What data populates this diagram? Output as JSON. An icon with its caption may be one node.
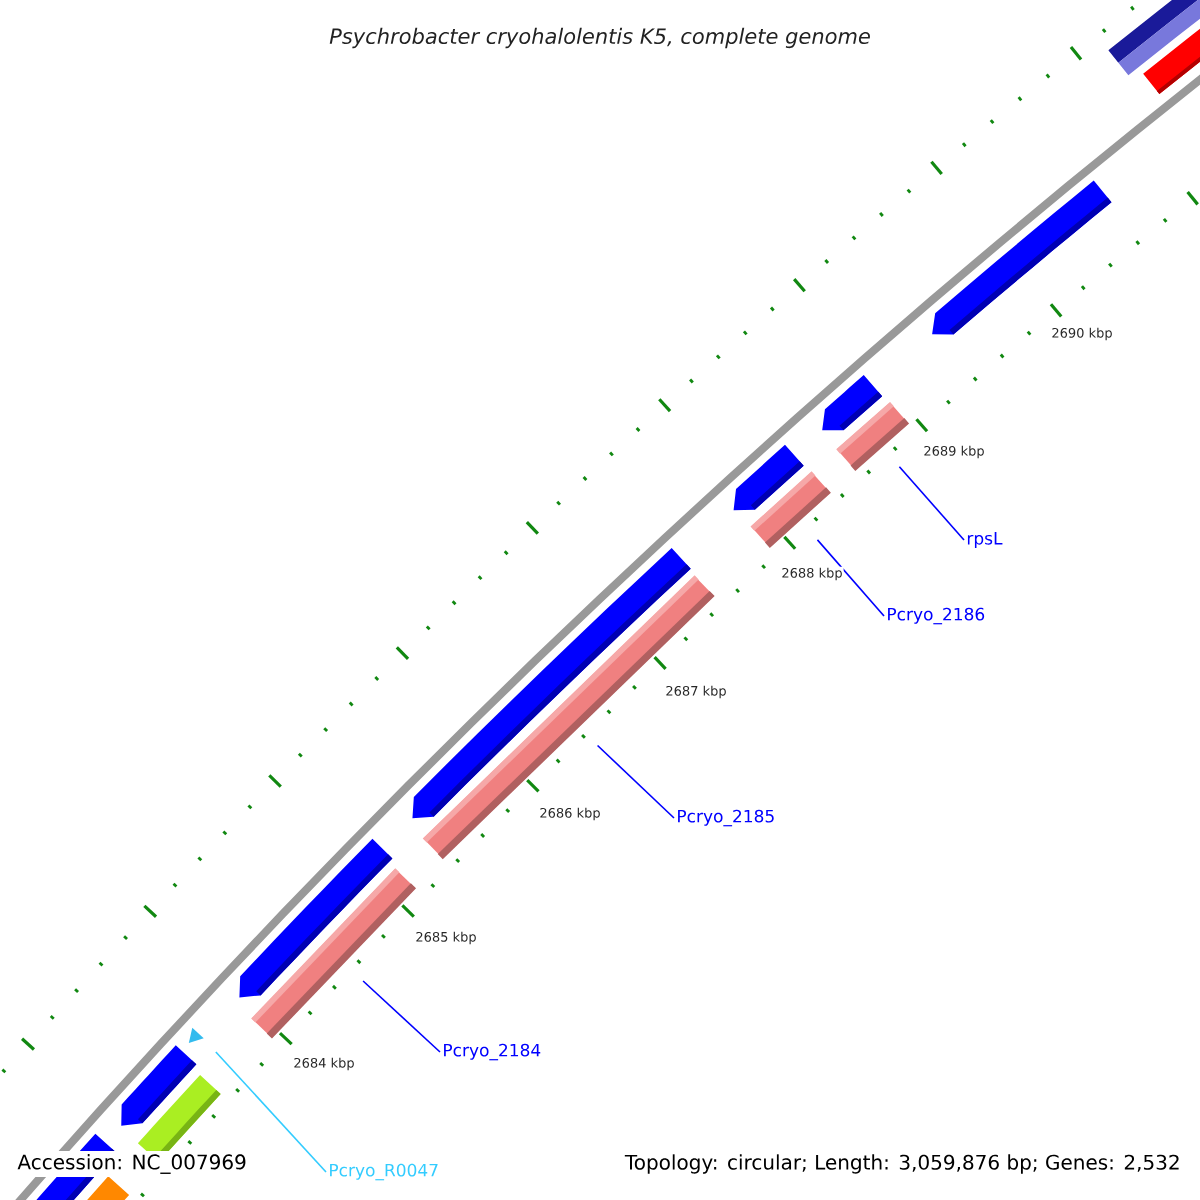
{
  "diagram": {
    "title": "Psychrobacter cryohalolentis K5, complete genome",
    "nodes": [
      {
        "text": [
          "rpsL"
        ]
      },
      {
        "text": [],
        "shape": "bar"
      },
      {
        "text": [
          "Pcryo_2186"
        ]
      },
      {
        "text": [],
        "shape": "bar"
      },
      {
        "text": [
          "Pcryo_2185"
        ]
      },
      {
        "text": [],
        "shape": "bar"
      },
      {
        "text": [
          "Pcryo_2184"
        ]
      },
      {
        "text": [],
        "shape": "bar"
      },
      {
        "text": [
          "Pcryo_R0047"
        ]
      },
      {
        "text": [],
        "shape": "triangle"
      }
    ],
    "edges": [
      {
        "from": 0,
        "to": 1,
        "arrow": "none"
      },
      {
        "from": 2,
        "to": 3,
        "arrow": "none"
      },
      {
        "from": 4,
        "to": 5,
        "arrow": "none"
      },
      {
        "from": 6,
        "to": 7,
        "arrow": "none"
      },
      {
        "from": 8,
        "to": 9,
        "arrow": "none",
        "color": "#33ccff"
      }
    ],
    "labels": [
      "2690 kbp",
      "2689 kbp",
      "2688 kbp",
      "2687 kbp",
      "2686 kbp",
      "2685 kbp",
      "2684 kbp",
      "Accession: NC_007969",
      "Topology: circular; Length: 3,059,876 bp; Genes: 2,532"
    ]
  }
}
